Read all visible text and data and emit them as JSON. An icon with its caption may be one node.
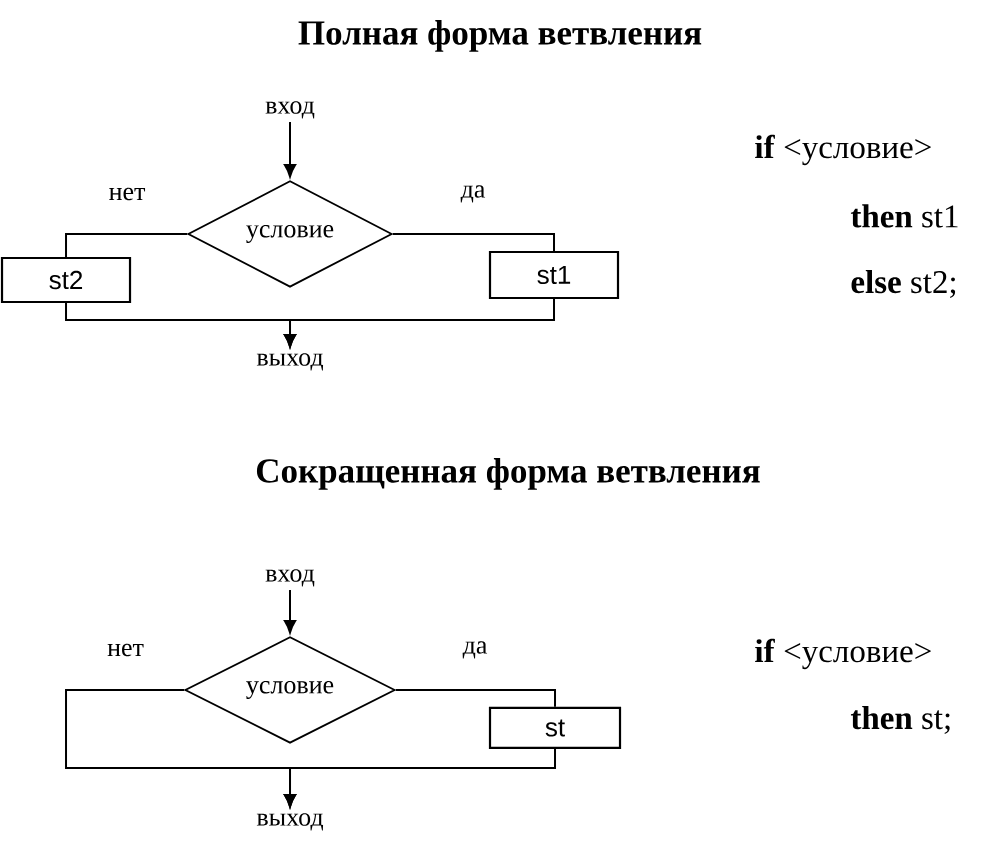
{
  "diagram": {
    "nodes": [
      {
        "text": [
          "вход"
        ]
      },
      {
        "text": [
          "условие"
        ]
      },
      {
        "text": [
          "st2"
        ]
      },
      {
        "text": [
          "st1"
        ]
      },
      {
        "text": [
          "выход"
        ]
      },
      {
        "text": [
          "вход"
        ]
      },
      {
        "text": [
          "условие"
        ]
      },
      {
        "text": [
          "st"
        ]
      },
      {
        "text": [
          "выход"
        ]
      }
    ],
    "edges": [
      {
        "from": 0,
        "to": 1,
        "arrow": "to"
      },
      {
        "from": 1,
        "to": 2,
        "arrow": "none",
        "label": "нет"
      },
      {
        "from": 1,
        "to": 3,
        "arrow": "none",
        "label": "да"
      },
      {
        "from": 2,
        "to": 4,
        "arrow": "to"
      },
      {
        "from": 3,
        "to": 4,
        "arrow": "to"
      },
      {
        "from": 5,
        "to": 6,
        "arrow": "to"
      },
      {
        "from": 6,
        "to": 8,
        "arrow": "to",
        "label": "нет"
      },
      {
        "from": 6,
        "to": 7,
        "arrow": "none",
        "label": "да"
      },
      {
        "from": 7,
        "to": 8,
        "arrow": "to"
      }
    ],
    "labels": [
      "Полная форма ветвления",
      "**if** <условие>",
      "**then** st1",
      "**else** st2;",
      "Сокращенная форма ветвления",
      "**if** <условие>",
      "**then** st;"
    ]
  }
}
